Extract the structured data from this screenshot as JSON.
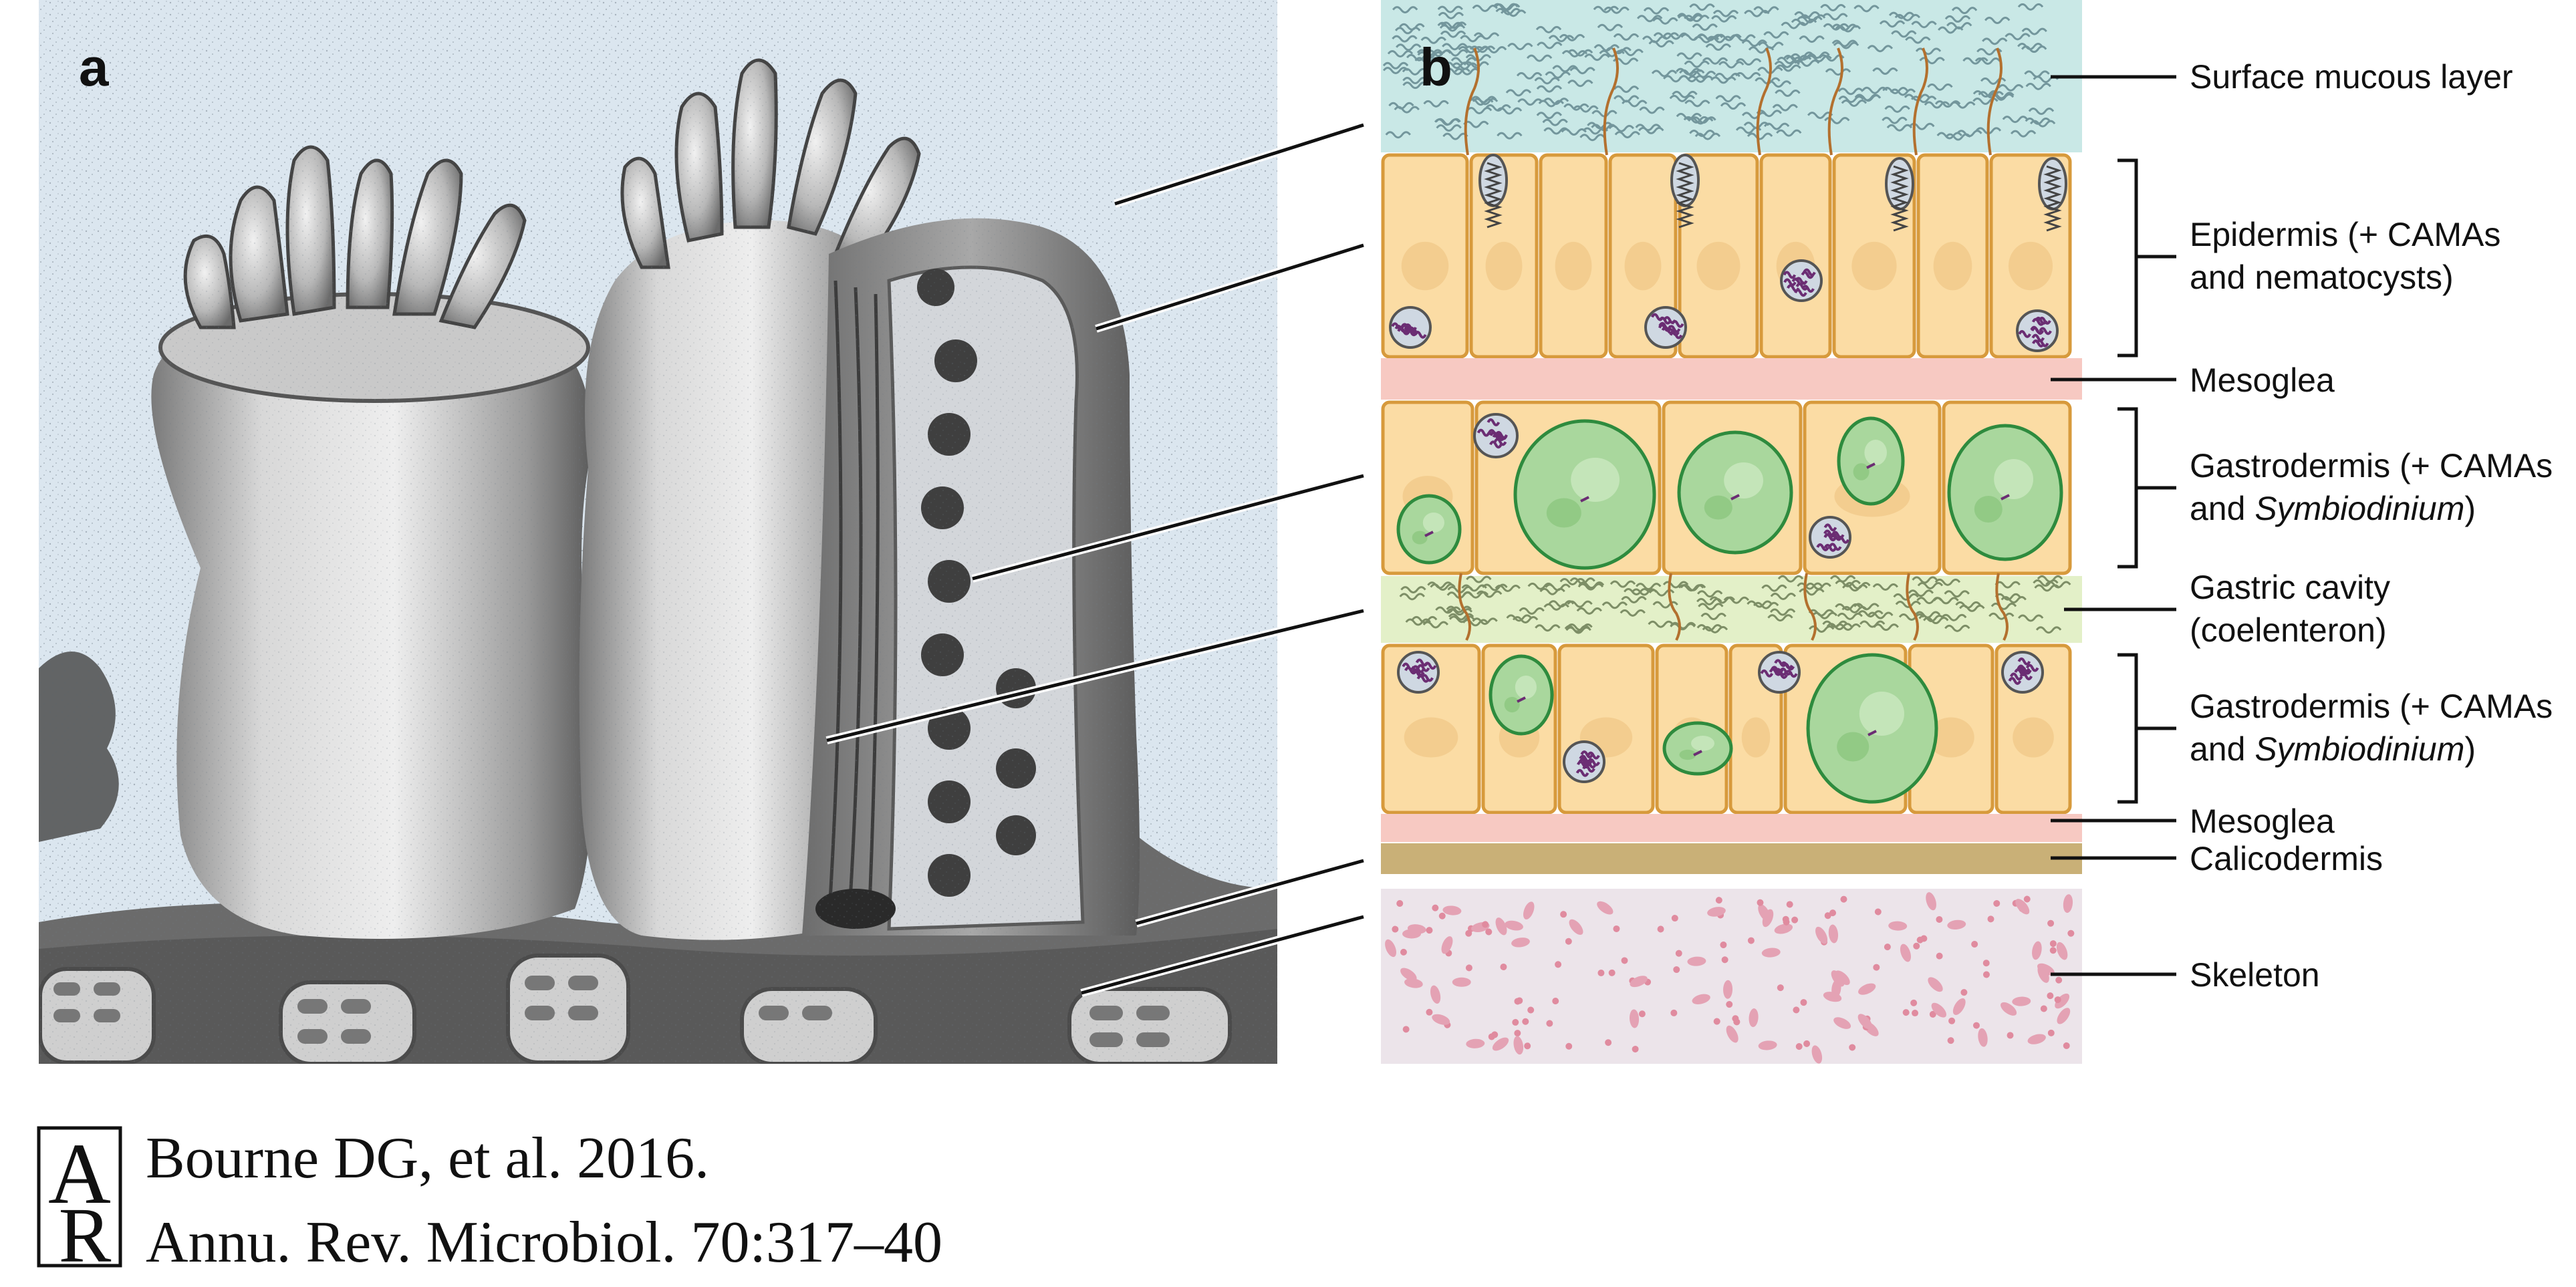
{
  "panels": {
    "a": "a",
    "b": "b"
  },
  "labels": [
    {
      "id": "surface-mucous-layer",
      "lines": [
        "Surface mucous layer"
      ]
    },
    {
      "id": "epidermis",
      "lines": [
        "Epidermis (+ CAMAs",
        "and nematocysts)"
      ]
    },
    {
      "id": "mesoglea-upper",
      "lines": [
        "Mesoglea"
      ]
    },
    {
      "id": "gastrodermis-upper",
      "lines": [
        "Gastrodermis (+ CAMAs",
        "and |Symbiodinium|)"
      ]
    },
    {
      "id": "gastric-cavity",
      "lines": [
        "Gastric cavity",
        "(coelenteron)"
      ]
    },
    {
      "id": "gastrodermis-lower",
      "lines": [
        "Gastrodermis (+ CAMAs",
        "and |Symbiodinium|)"
      ]
    },
    {
      "id": "mesoglea-lower",
      "lines": [
        "Mesoglea"
      ]
    },
    {
      "id": "calicodermis",
      "lines": [
        "Calicodermis"
      ]
    },
    {
      "id": "skeleton",
      "lines": [
        "Skeleton"
      ]
    }
  ],
  "citation": {
    "logo_letters": [
      "A",
      "R"
    ],
    "line1": "Bourne DG, et al. 2016.",
    "line2": "Annu. Rev. Microbiol. 70:317–40"
  },
  "colors": {
    "mucus": "#c9e8e6",
    "cell_fill": "#fbdca4",
    "cell_stroke": "#d79a3c",
    "mesoglea": "#f7c9c2",
    "gastric_cavity": "#e3f0c8",
    "symbiodinium_fill": "#a9d79d",
    "symbiodinium_stroke": "#2e8b3e",
    "camas": "#6b2d73",
    "calicodermis": "#c9b077",
    "skeleton": "#ece4ea",
    "illustration_bg": "#dbe6ef"
  }
}
